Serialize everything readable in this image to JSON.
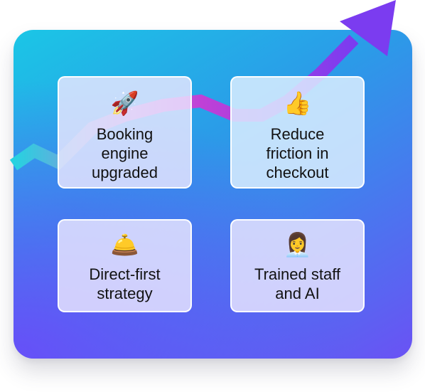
{
  "colors": {
    "panel_start": "#1bc6e6",
    "panel_end": "#6a52f4",
    "arrow": "#7b3cf0",
    "arrow_tail": "#25d3e0",
    "card_bg": "#ebe8ff"
  },
  "cards": [
    {
      "icon": "rocket-icon",
      "emoji": "🚀",
      "label": "Booking\nengine\nupgraded"
    },
    {
      "icon": "thumbs-up-icon",
      "emoji": "👍",
      "label": "Reduce\nfriction in\ncheckout"
    },
    {
      "icon": "service-bell-icon",
      "emoji": "🛎️",
      "label": "Direct-first\nstrategy"
    },
    {
      "icon": "woman-office-worker-icon",
      "emoji": "👩‍💼",
      "label": "Trained staff\nand AI"
    }
  ]
}
